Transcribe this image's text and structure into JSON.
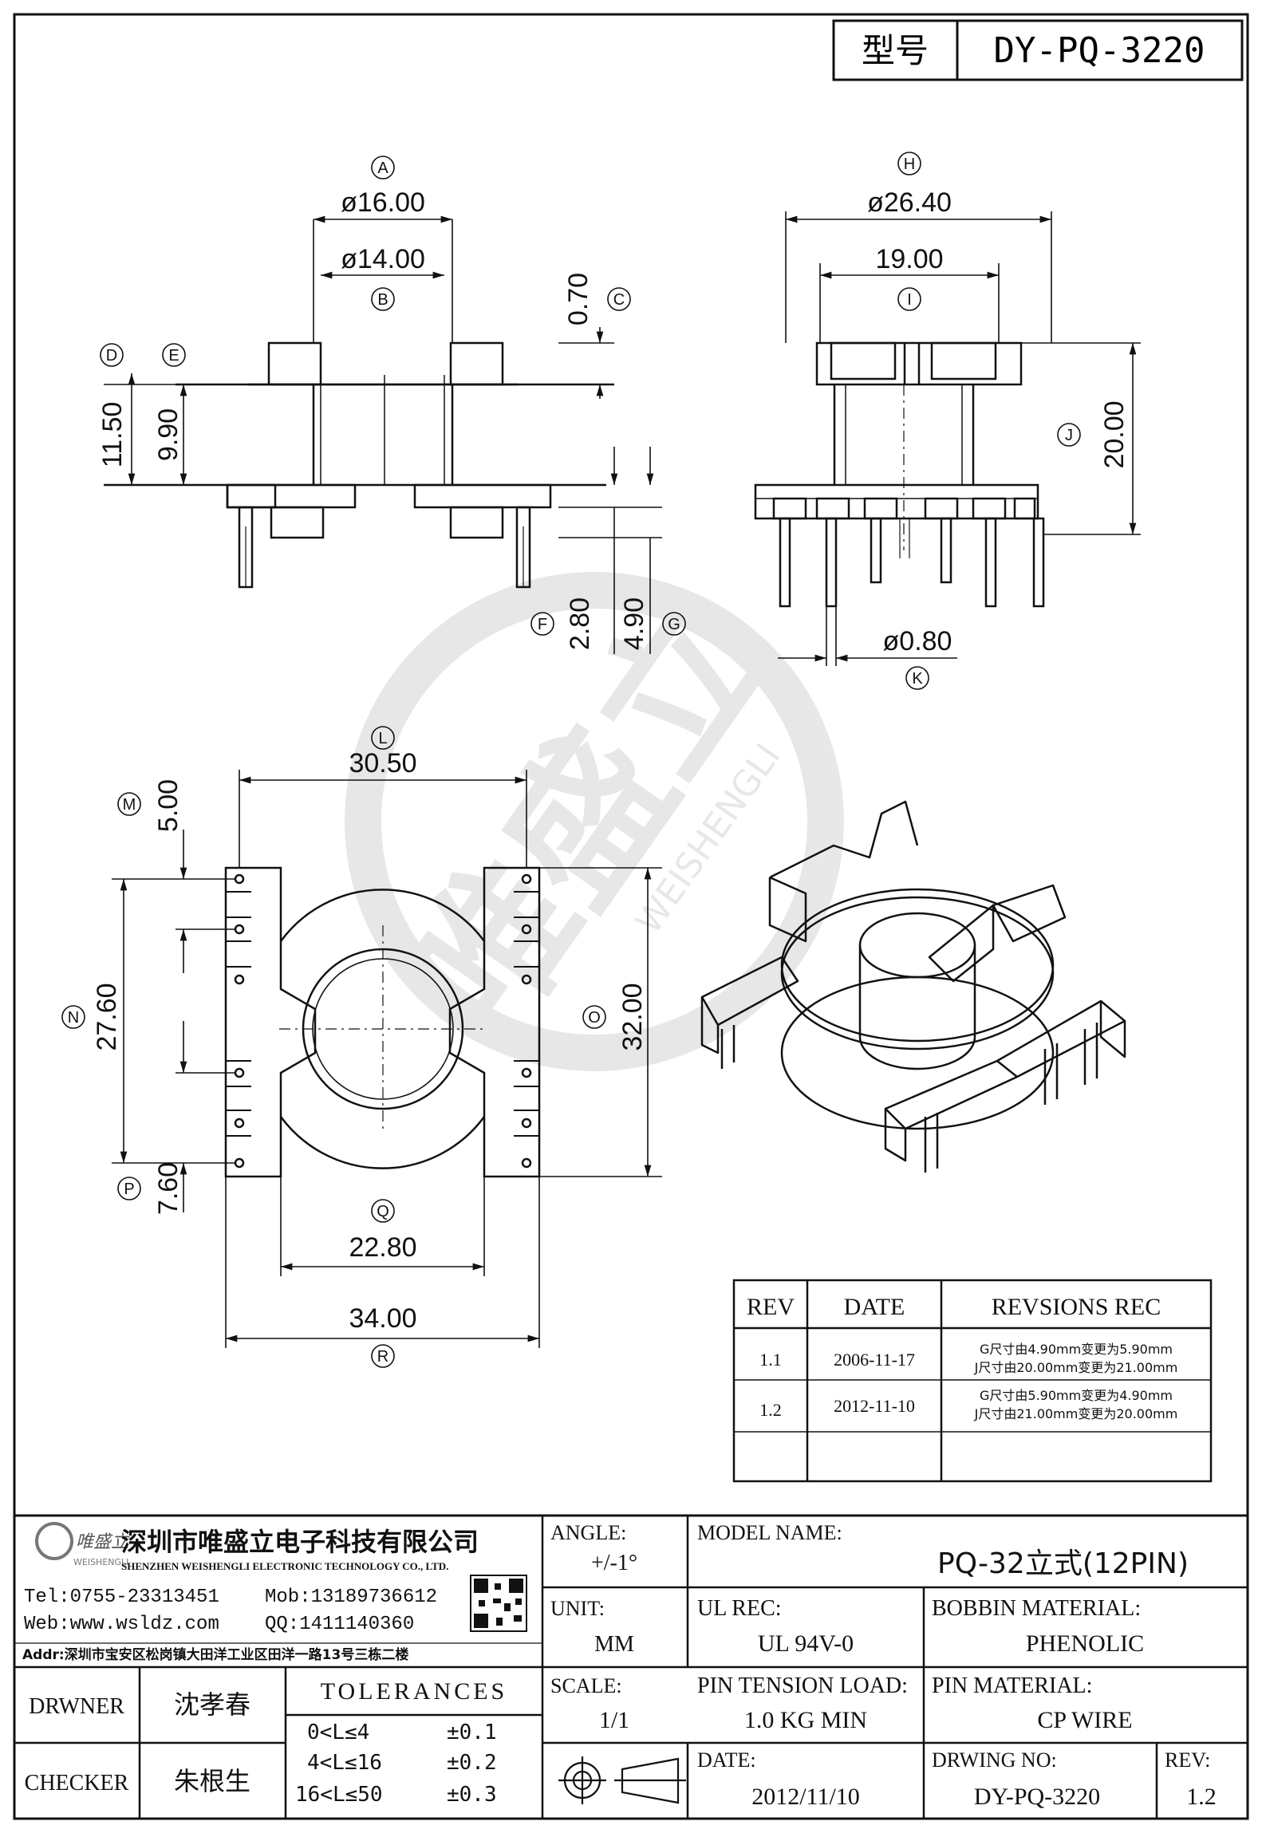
{
  "title_box": {
    "model_label": "型号",
    "model_value": "DY-PQ-3220"
  },
  "dimensions": {
    "A": {
      "tag": "A",
      "value": "ø16.00"
    },
    "B": {
      "tag": "B",
      "value": "ø14.00"
    },
    "C": {
      "tag": "C",
      "value": "0.70"
    },
    "D": {
      "tag": "D",
      "value": "11.50"
    },
    "E": {
      "tag": "E",
      "value": "9.90"
    },
    "F": {
      "tag": "F",
      "value": "2.80"
    },
    "G": {
      "tag": "G",
      "value": "4.90"
    },
    "H": {
      "tag": "H",
      "value": "ø26.40"
    },
    "I": {
      "tag": "I",
      "value": "19.00"
    },
    "J": {
      "tag": "J",
      "value": "20.00"
    },
    "K": {
      "tag": "K",
      "value": "ø0.80"
    },
    "L": {
      "tag": "L",
      "value": "30.50"
    },
    "M": {
      "tag": "M",
      "value": "5.00"
    },
    "N": {
      "tag": "N",
      "value": "27.60"
    },
    "O": {
      "tag": "O",
      "value": "32.00"
    },
    "P": {
      "tag": "P",
      "value": "7.60"
    },
    "Q": {
      "tag": "Q",
      "value": "22.80"
    },
    "R": {
      "tag": "R",
      "value": "34.00"
    }
  },
  "watermark": {
    "cn": "唯盛立",
    "en": "WEISHENGLI"
  },
  "revisions": {
    "headers": [
      "REV",
      "DATE",
      "REVSIONS REC"
    ],
    "rows": [
      {
        "rev": "1.1",
        "date": "2006-11-17",
        "line1": "G尺寸由4.90mm变更为5.90mm",
        "line2": "J尺寸由20.00mm变更为21.00mm"
      },
      {
        "rev": "1.2",
        "date": "2012-11-10",
        "line1": "G尺寸由5.90mm变更为4.90mm",
        "line2": "J尺寸由21.00mm变更为20.00mm"
      },
      {
        "rev": "",
        "date": "",
        "line1": "",
        "line2": ""
      }
    ]
  },
  "company": {
    "logo_cn": "唯盛立",
    "logo_en": "WEISHENGLI",
    "name_cn": "深圳市唯盛立电子科技有限公司",
    "name_en": "SHENZHEN WEISHENGLI ELECTRONIC TECHNOLOGY CO., LTD.",
    "tel": "Tel:0755-23313451",
    "mob": "Mob:13189736612",
    "web": "Web:www.wsldz.com",
    "qq": "QQ:1411140360",
    "addr": "Addr:深圳市宝安区松岗镇大田洋工业区田洋一路13号三栋二楼"
  },
  "title_block": {
    "angle_label": "ANGLE:",
    "angle_value": "+/-1°",
    "model_name_label": "MODEL NAME:",
    "model_name_value": "PQ-32立式(12PIN)",
    "unit_label": "UNIT:",
    "unit_value": "MM",
    "ul_label": "UL REC:",
    "ul_value": "UL 94V-0",
    "bobbin_label": "BOBBIN MATERIAL:",
    "bobbin_value": "PHENOLIC",
    "drawner_label": "DRWNER",
    "drawner_value": "沈孝春",
    "tolerances_label": "TOLERANCES",
    "scale_label": "SCALE:",
    "scale_value": "1/1",
    "pin_tension_label": "PIN TENSION LOAD:",
    "pin_tension_value": "1.0 KG MIN",
    "pin_material_label": "PIN MATERIAL:",
    "pin_material_value": "CP WIRE",
    "checker_label": "CHECKER",
    "checker_value": "朱根生",
    "tol_rows": [
      {
        "range": "0<L≤4",
        "tol": "±0.1"
      },
      {
        "range": "4<L≤16",
        "tol": "±0.2"
      },
      {
        "range": "16<L≤50",
        "tol": "±0.3"
      }
    ],
    "date_label": "DATE:",
    "date_value": "2012/11/10",
    "drawing_no_label": "DRWING NO:",
    "drawing_no_value": "DY-PQ-3220",
    "rev_label": "REV:",
    "rev_value": "1.2"
  }
}
